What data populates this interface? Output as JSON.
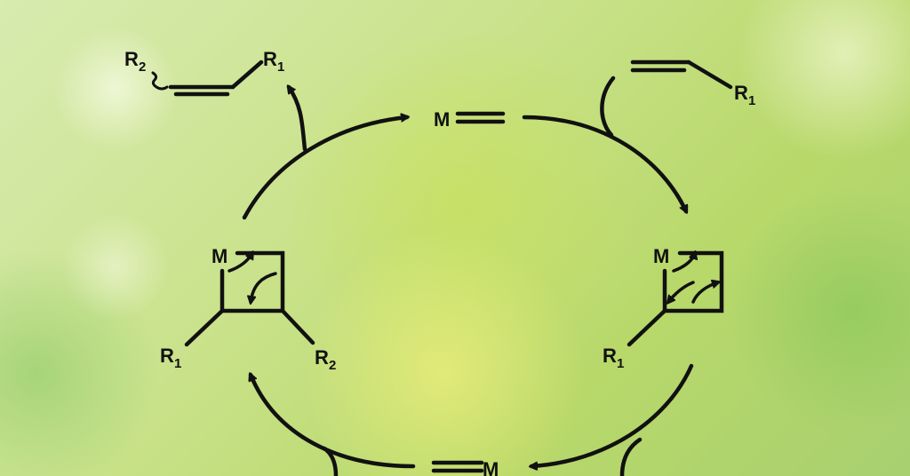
{
  "diagram": {
    "metal_label": "M",
    "r1": "R",
    "r2": "R",
    "sub1": "1",
    "sub2": "2",
    "line_color": "#111111",
    "background_colors": [
      "#d8ebb0",
      "#c9e28a",
      "#b8d86a"
    ]
  }
}
